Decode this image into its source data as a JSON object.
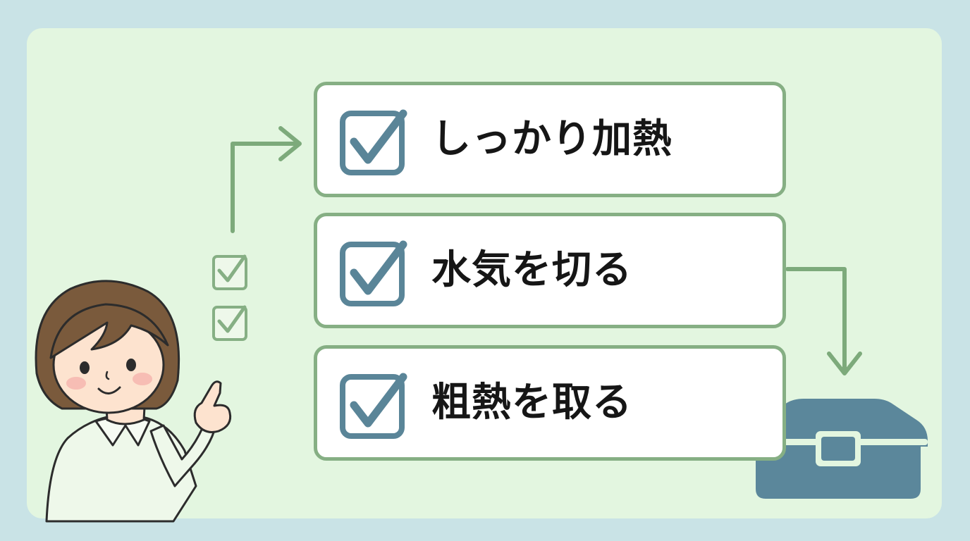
{
  "steps": [
    {
      "label": "しっかり加熱",
      "checked": true
    },
    {
      "label": "水気を切る",
      "checked": true
    },
    {
      "label": "粗熱を取る",
      "checked": true
    }
  ],
  "icons": {
    "step_check": "checkbox-checked-icon",
    "small_checks": [
      "small-checkbox-icon",
      "small-checkbox-icon"
    ],
    "container": "lunch-box-icon",
    "person": "pointing-woman-illustration"
  },
  "colors": {
    "background": "#c9e3e6",
    "panel": "#e3f6e0",
    "card_border": "#86af84",
    "arrow": "#7daa7b",
    "check_box": "#5a8598",
    "lunch_box": "#5b879b",
    "hair": "#7a5a3c",
    "skin": "#fde3cf",
    "shirt": "#eef8ea"
  }
}
